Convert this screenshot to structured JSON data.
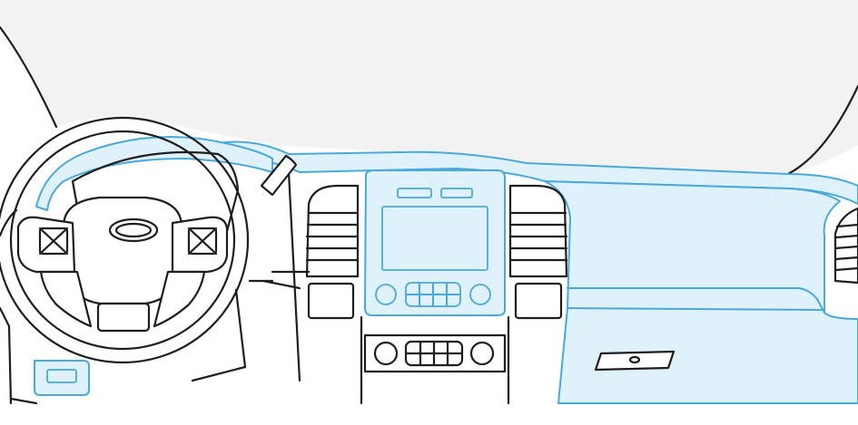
{
  "colors": {
    "background": "#ffffff",
    "windshield": "#f2f2f2",
    "outline": "#1e1e1e",
    "highlight_fill": "#dff1fb",
    "highlight_stroke": "#4aa9db"
  },
  "highlighted_areas": [
    "upper-dashboard-trim",
    "instrument-cluster-hood",
    "center-console-stack",
    "passenger-dashboard-panel",
    "glove-box-door",
    "lower-left-switch-panel"
  ]
}
